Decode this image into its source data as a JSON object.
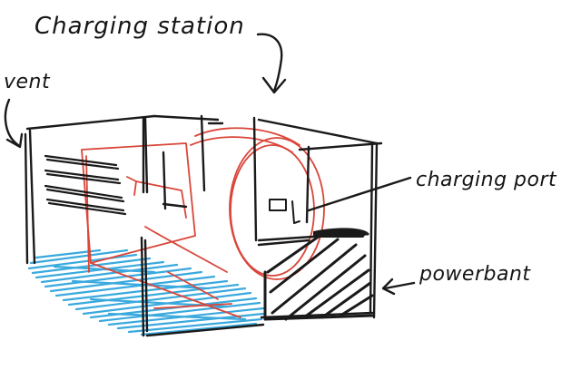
{
  "labels": {
    "title": "Charging station",
    "vent": "vent",
    "charging_port": "charging port",
    "powerbank": "powerbant"
  },
  "colors": {
    "ink": "#1a1a1a",
    "device_sketch": "#d9463a",
    "floor_shading": "#3aa9dd",
    "background": "#ffffff"
  }
}
